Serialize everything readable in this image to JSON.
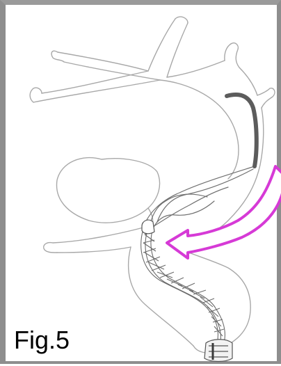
{
  "figure": {
    "label": "Fig.5",
    "colors": {
      "frame": "#8e8e8e",
      "outline": "#a8a8a8",
      "stent": "#5c5c5c",
      "wire": "#707070",
      "arrow": "#d63ad6"
    },
    "icons": [
      "aortic-arch-outline",
      "stent-graft",
      "guide-wire",
      "deployment-arrow"
    ]
  }
}
